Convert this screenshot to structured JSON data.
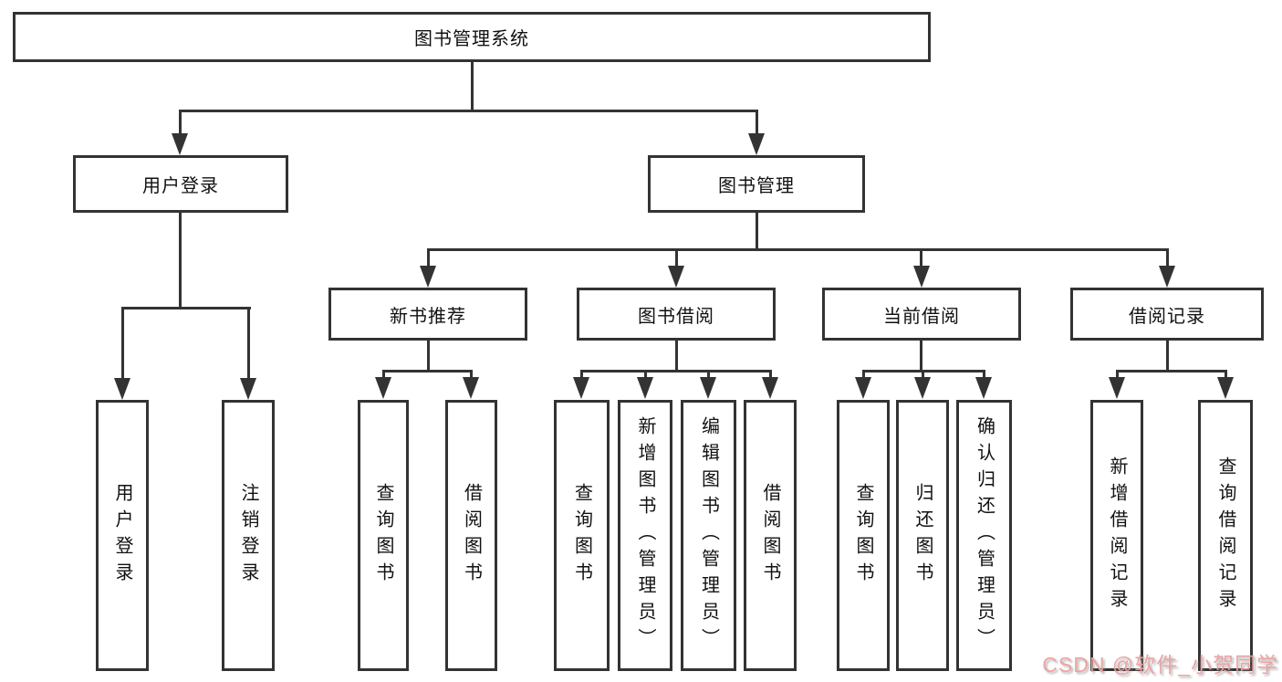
{
  "diagram": {
    "root": {
      "label": "图书管理系统"
    },
    "level2": [
      {
        "label": "用户登录"
      },
      {
        "label": "图书管理"
      }
    ],
    "level3": [
      {
        "label": "新书推荐"
      },
      {
        "label": "图书借阅"
      },
      {
        "label": "当前借阅"
      },
      {
        "label": "借阅记录"
      }
    ],
    "leaves": [
      {
        "label": "用户登录"
      },
      {
        "label": "注销登录"
      },
      {
        "label": "查询图书"
      },
      {
        "label": "借阅图书"
      },
      {
        "label": "查询图书"
      },
      {
        "label": "新增图书（管理员）"
      },
      {
        "label": "编辑图书（管理员）"
      },
      {
        "label": "借阅图书"
      },
      {
        "label": "查询图书"
      },
      {
        "label": "归还图书"
      },
      {
        "label": "确认归还（管理员）"
      },
      {
        "label": "新增借阅记录"
      },
      {
        "label": "查询借阅记录"
      }
    ]
  },
  "watermark": {
    "text": "CSDN @软件_小贺同学"
  },
  "colors": {
    "line": "#333333",
    "box_border": "#333333",
    "background": "#ffffff",
    "watermark": "#eca0a0"
  }
}
